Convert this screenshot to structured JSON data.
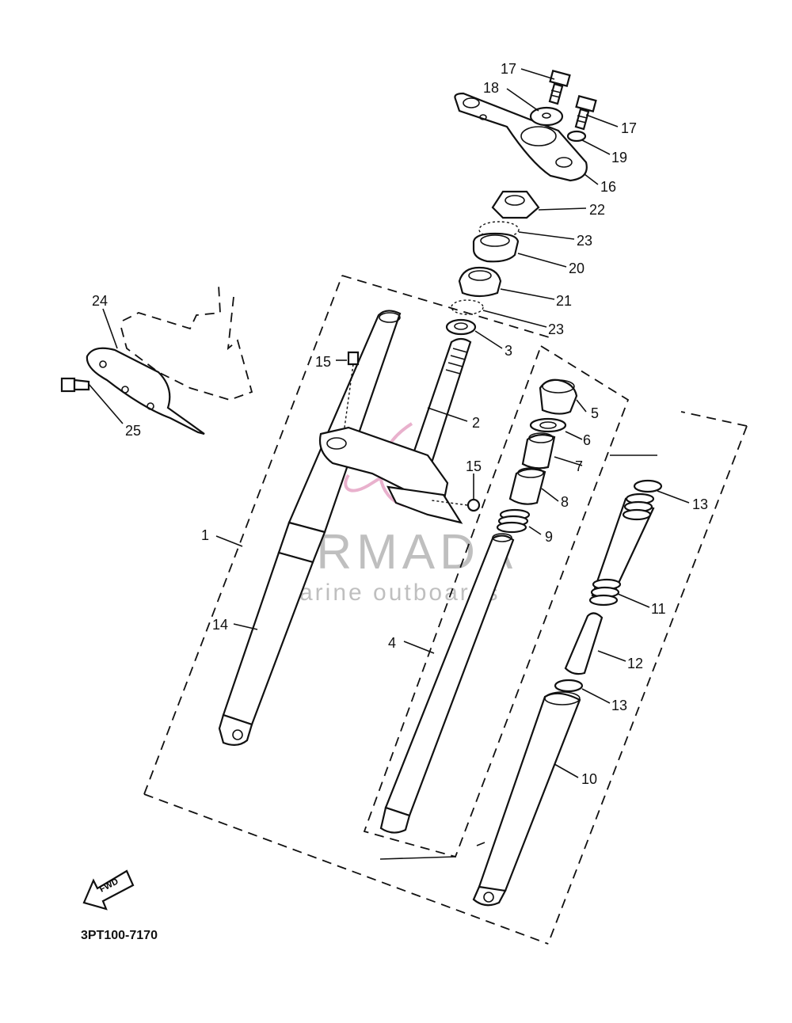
{
  "diagram": {
    "code": "3PT100-7170",
    "fwd": "FWD",
    "watermark": {
      "title": "ARMADA",
      "subtitle": "marine outboards"
    },
    "callouts": [
      "1",
      "2",
      "3",
      "4",
      "5",
      "6",
      "7",
      "8",
      "9",
      "10",
      "11",
      "12",
      "13",
      "13",
      "14",
      "15",
      "15",
      "16",
      "17",
      "17",
      "18",
      "19",
      "20",
      "21",
      "22",
      "23",
      "23",
      "24",
      "25"
    ]
  }
}
